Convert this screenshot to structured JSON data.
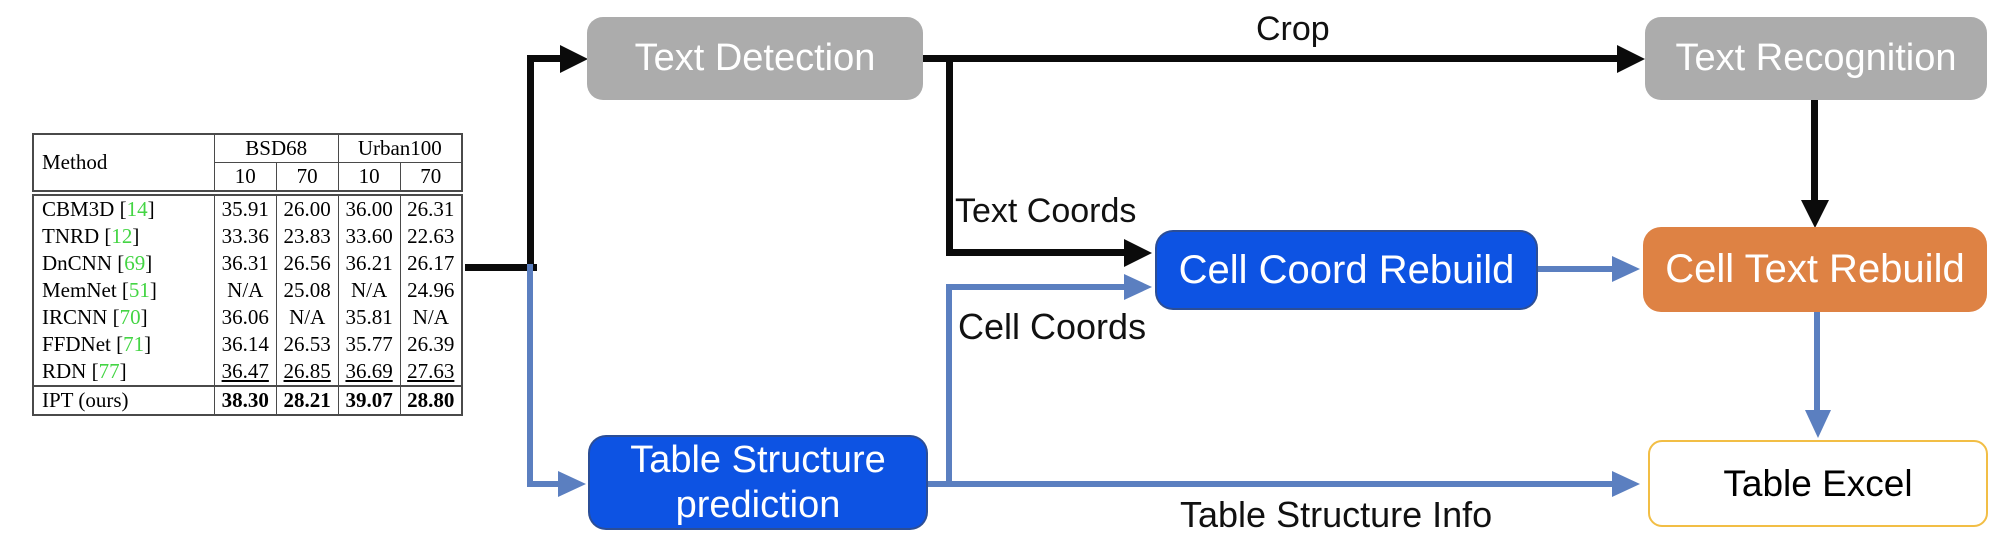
{
  "diagram": {
    "nodes": {
      "text_detection": {
        "label": "Text Detection"
      },
      "text_recognition": {
        "label": "Text Recognition"
      },
      "cell_coord_rebuild": {
        "label": "Cell Coord Rebuild"
      },
      "cell_text_rebuild": {
        "label": "Cell Text Rebuild"
      },
      "table_structure_prediction": {
        "label": "Table Structure prediction"
      },
      "table_excel": {
        "label": "Table Excel"
      }
    },
    "edge_labels": {
      "crop": "Crop",
      "text_coords": "Text Coords",
      "cell_coords": "Cell Coords",
      "table_structure_info": "Table Structure Info"
    },
    "colors": {
      "node_gray": "#ACACAC",
      "node_blue": "#0D53E3",
      "node_orange": "#DE8244",
      "excel_border": "#F2BE45",
      "black_edge": "#0B0B0B",
      "blue_edge": "#5B7FC0"
    }
  },
  "table": {
    "corner_header": "Method",
    "group_headers": [
      "BSD68",
      "Urban100"
    ],
    "sub_headers": [
      "10",
      "70",
      "10",
      "70"
    ],
    "cite_color": "#44D544",
    "rows": [
      {
        "method": "CBM3D",
        "cite": "14",
        "values": [
          "35.91",
          "26.00",
          "36.00",
          "26.31"
        ]
      },
      {
        "method": "TNRD",
        "cite": "12",
        "values": [
          "33.36",
          "23.83",
          "33.60",
          "22.63"
        ]
      },
      {
        "method": "DnCNN",
        "cite": "69",
        "values": [
          "36.31",
          "26.56",
          "36.21",
          "26.17"
        ]
      },
      {
        "method": "MemNet",
        "cite": "51",
        "values": [
          "N/A",
          "25.08",
          "N/A",
          "24.96"
        ]
      },
      {
        "method": "IRCNN",
        "cite": "70",
        "values": [
          "36.06",
          "N/A",
          "35.81",
          "N/A"
        ]
      },
      {
        "method": "FFDNet",
        "cite": "71",
        "values": [
          "36.14",
          "26.53",
          "35.77",
          "26.39"
        ]
      },
      {
        "method": "RDN",
        "cite": "77",
        "values": [
          "36.47",
          "26.85",
          "36.69",
          "27.63"
        ],
        "underline": true
      },
      {
        "method": "IPT (ours)",
        "cite": null,
        "values": [
          "38.30",
          "28.21",
          "39.07",
          "28.80"
        ],
        "bold": true,
        "top_border": true
      }
    ]
  }
}
